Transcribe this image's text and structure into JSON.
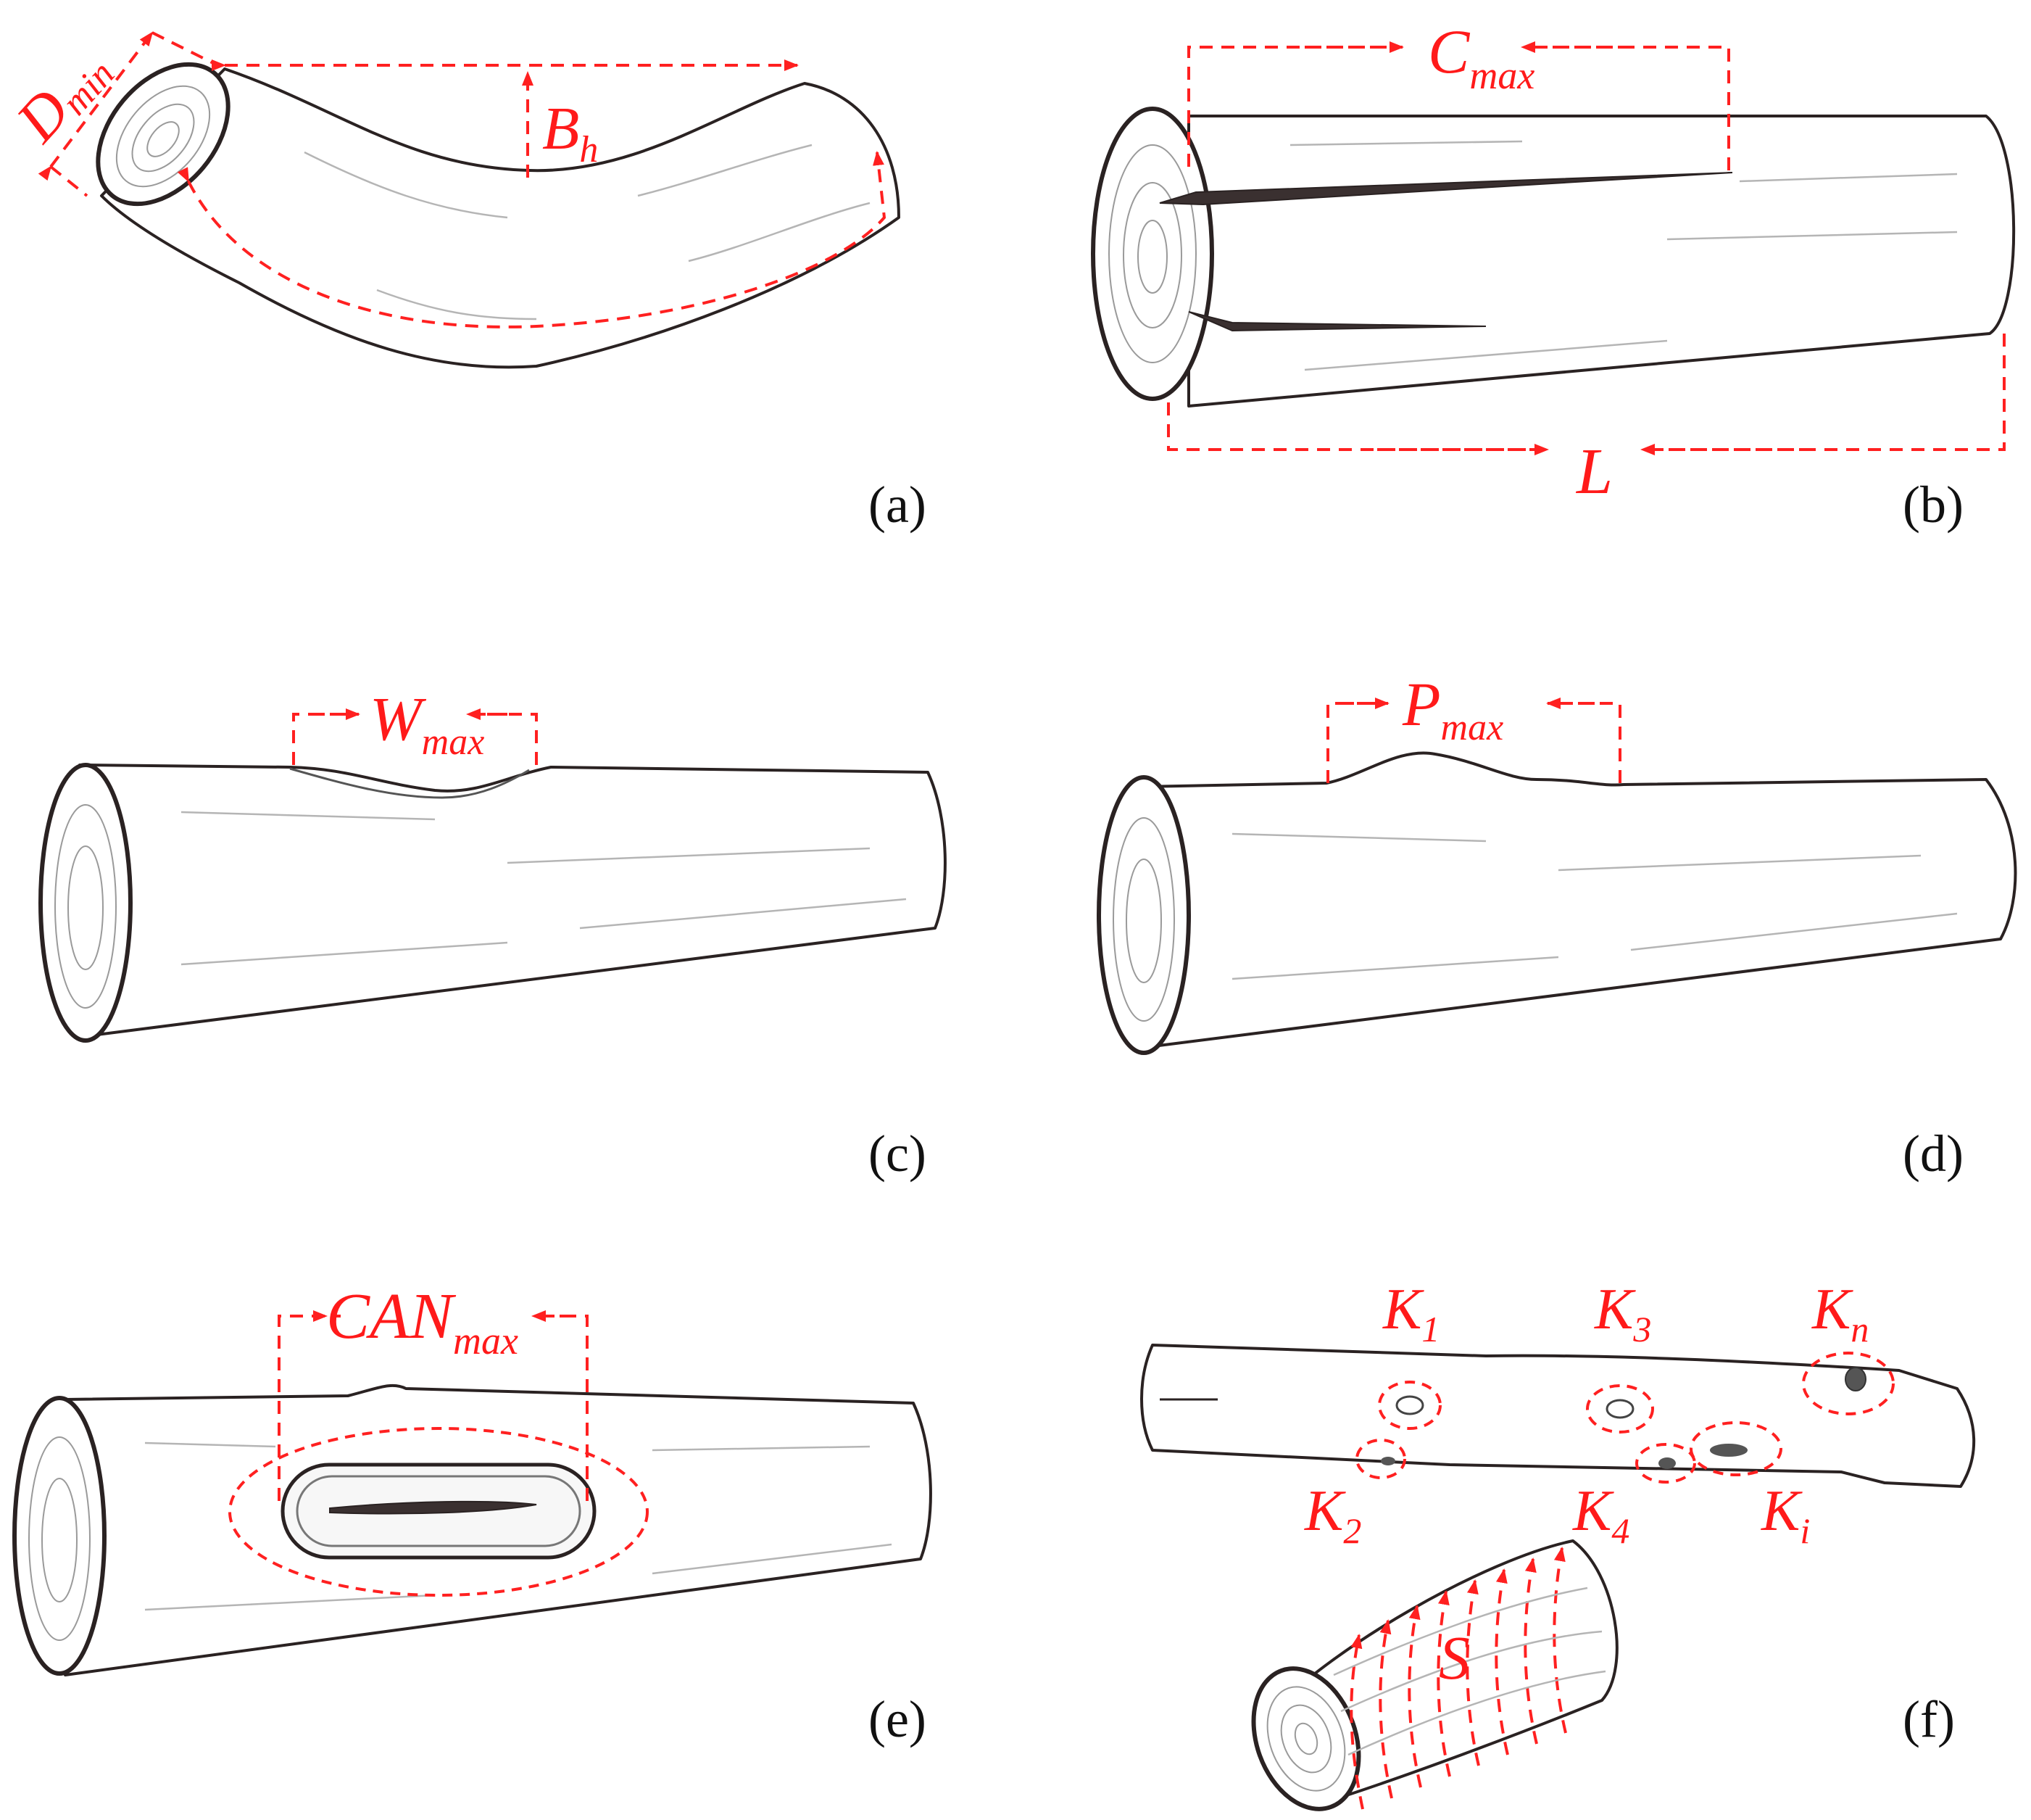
{
  "colors": {
    "annotation": "#ff1a1a",
    "outline": "#2a2222",
    "caption": "#111111"
  },
  "panels": {
    "a": {
      "caption": "(a)",
      "label_d": "D",
      "label_d_sub": "min",
      "label_b": "B",
      "label_b_sub": "h"
    },
    "b": {
      "caption": "(b)",
      "label_c": "C",
      "label_c_sub": "max",
      "label_l": "L"
    },
    "c": {
      "caption": "(c)",
      "label_w": "W",
      "label_w_sub": "max"
    },
    "d": {
      "caption": "(d)",
      "label_p": "P",
      "label_p_sub": "max"
    },
    "e": {
      "caption": "(e)",
      "label_can": "CAN",
      "label_can_sub": "max"
    },
    "f": {
      "caption": "(f)",
      "knots": [
        {
          "base": "K",
          "sub": "1"
        },
        {
          "base": "K",
          "sub": "3"
        },
        {
          "base": "K",
          "sub": "n"
        },
        {
          "base": "K",
          "sub": "2"
        },
        {
          "base": "K",
          "sub": "4"
        },
        {
          "base": "K",
          "sub": "i"
        }
      ],
      "label_s": "S"
    }
  }
}
